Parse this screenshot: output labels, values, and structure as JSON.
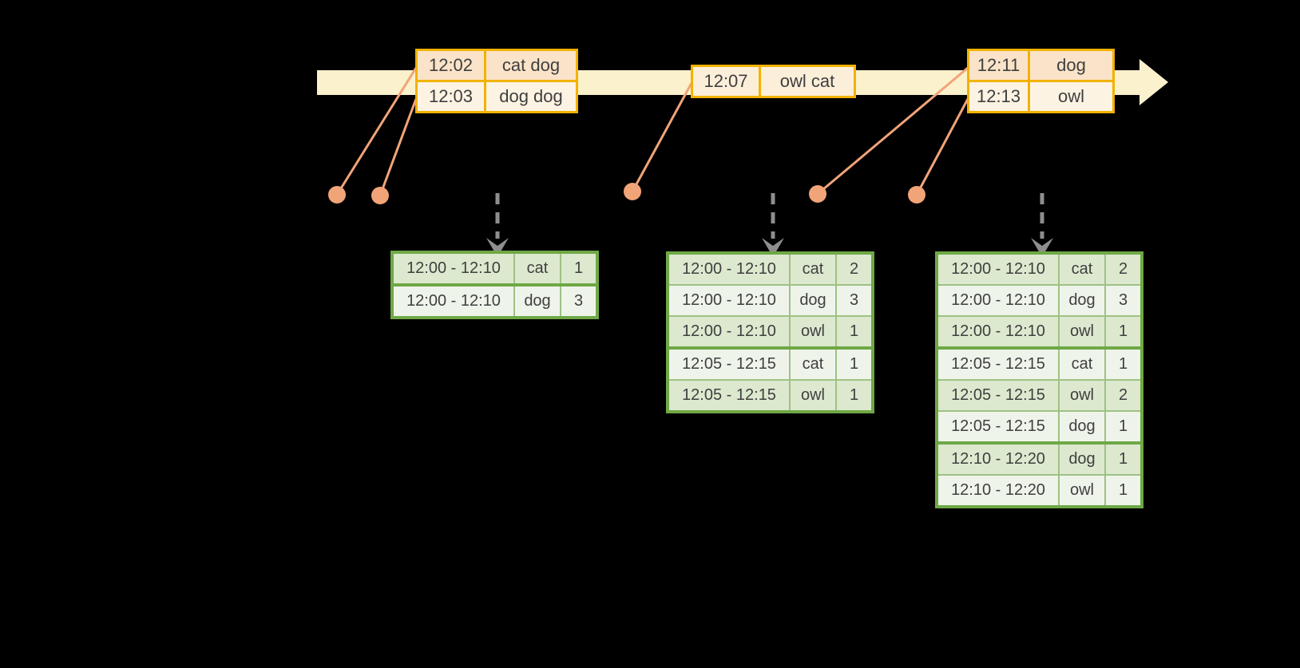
{
  "diagram": {
    "kind": "streaming-windowed-aggregation-timeline",
    "background_color": "#000000"
  },
  "colors": {
    "timeline_fill": "#FCF1CD",
    "event_border": "#F2B200",
    "event_row_peach": "#FAE3C8",
    "event_row_cream": "#FDF3E3",
    "dot_and_connector": "#F1A478",
    "trigger_arrow_gray": "#8E8E8E",
    "result_border_green": "#6FA846",
    "result_grid_light_green": "#9FC183",
    "result_row_green": "#DCE9CF",
    "result_row_white": "#EFF4EB",
    "text": "#3F3F3F"
  },
  "icons": {
    "timeline_arrow": "right-arrow",
    "event_dot": "filled-circle",
    "trigger_arrow": "dashed-down-arrow"
  },
  "event_tables": [
    {
      "rows": [
        {
          "time": "12:02",
          "words": "cat dog"
        },
        {
          "time": "12:03",
          "words": "dog dog"
        }
      ]
    },
    {
      "rows": [
        {
          "time": "12:07",
          "words": "owl cat"
        }
      ]
    },
    {
      "rows": [
        {
          "time": "12:11",
          "words": "dog"
        },
        {
          "time": "12:13",
          "words": "owl"
        }
      ]
    }
  ],
  "result_tables": [
    {
      "rows": [
        {
          "window": "12:00 - 12:10",
          "word": "cat",
          "count": "1"
        },
        {
          "window": "12:00 - 12:10",
          "word": "dog",
          "count": "3"
        }
      ]
    },
    {
      "rows": [
        {
          "window": "12:00 - 12:10",
          "word": "cat",
          "count": "2"
        },
        {
          "window": "12:00 - 12:10",
          "word": "dog",
          "count": "3"
        },
        {
          "window": "12:00 - 12:10",
          "word": "owl",
          "count": "1"
        },
        {
          "window": "12:05 - 12:15",
          "word": "cat",
          "count": "1"
        },
        {
          "window": "12:05 - 12:15",
          "word": "owl",
          "count": "1"
        }
      ]
    },
    {
      "rows": [
        {
          "window": "12:00 - 12:10",
          "word": "cat",
          "count": "2"
        },
        {
          "window": "12:00 - 12:10",
          "word": "dog",
          "count": "3"
        },
        {
          "window": "12:00 - 12:10",
          "word": "owl",
          "count": "1"
        },
        {
          "window": "12:05 - 12:15",
          "word": "cat",
          "count": "1"
        },
        {
          "window": "12:05 - 12:15",
          "word": "owl",
          "count": "2"
        },
        {
          "window": "12:05 - 12:15",
          "word": "dog",
          "count": "1"
        },
        {
          "window": "12:10 - 12:20",
          "word": "dog",
          "count": "1"
        },
        {
          "window": "12:10 - 12:20",
          "word": "owl",
          "count": "1"
        }
      ]
    }
  ]
}
